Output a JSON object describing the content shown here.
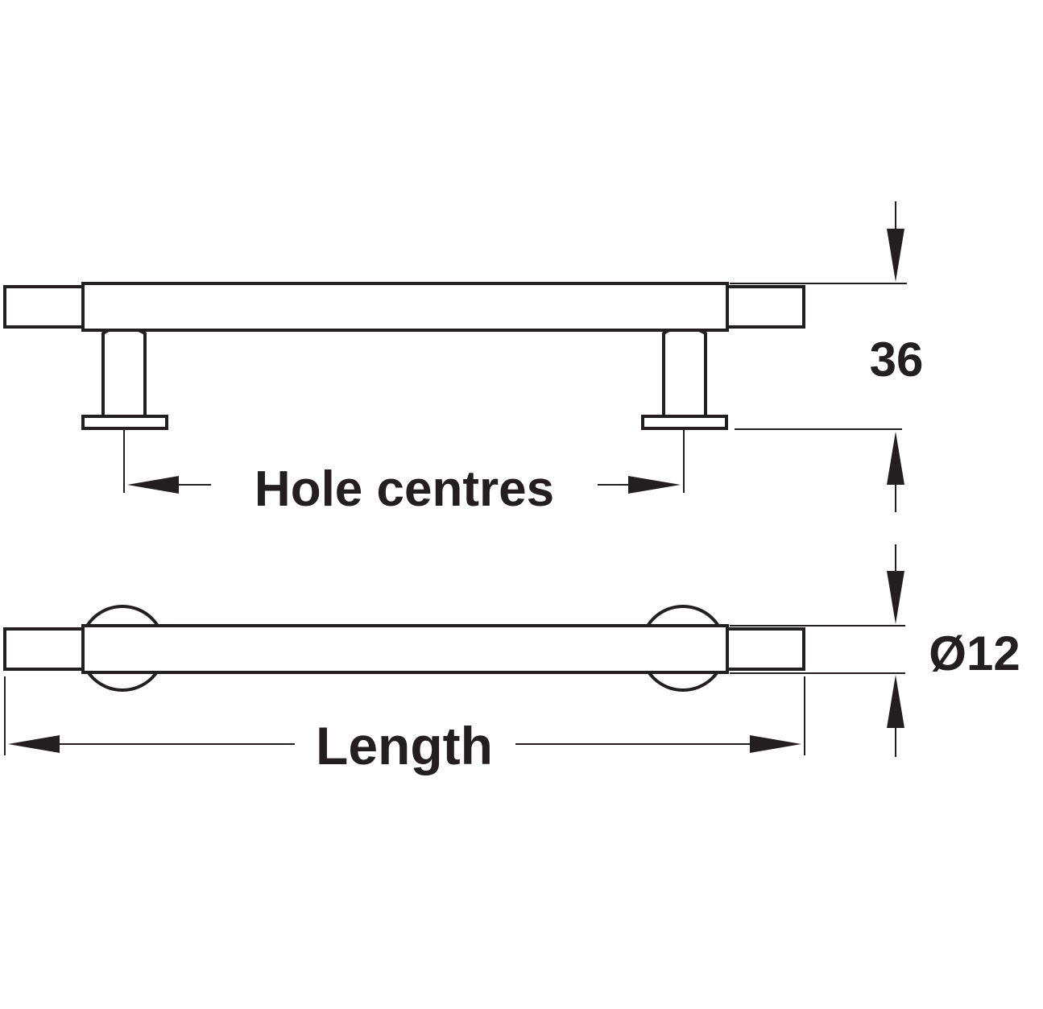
{
  "labels": {
    "hole_centres": "Hole centres",
    "height": "36",
    "diameter": "Ø12",
    "length": "Length"
  },
  "colors": {
    "line": "#231f20",
    "background": "#ffffff"
  }
}
